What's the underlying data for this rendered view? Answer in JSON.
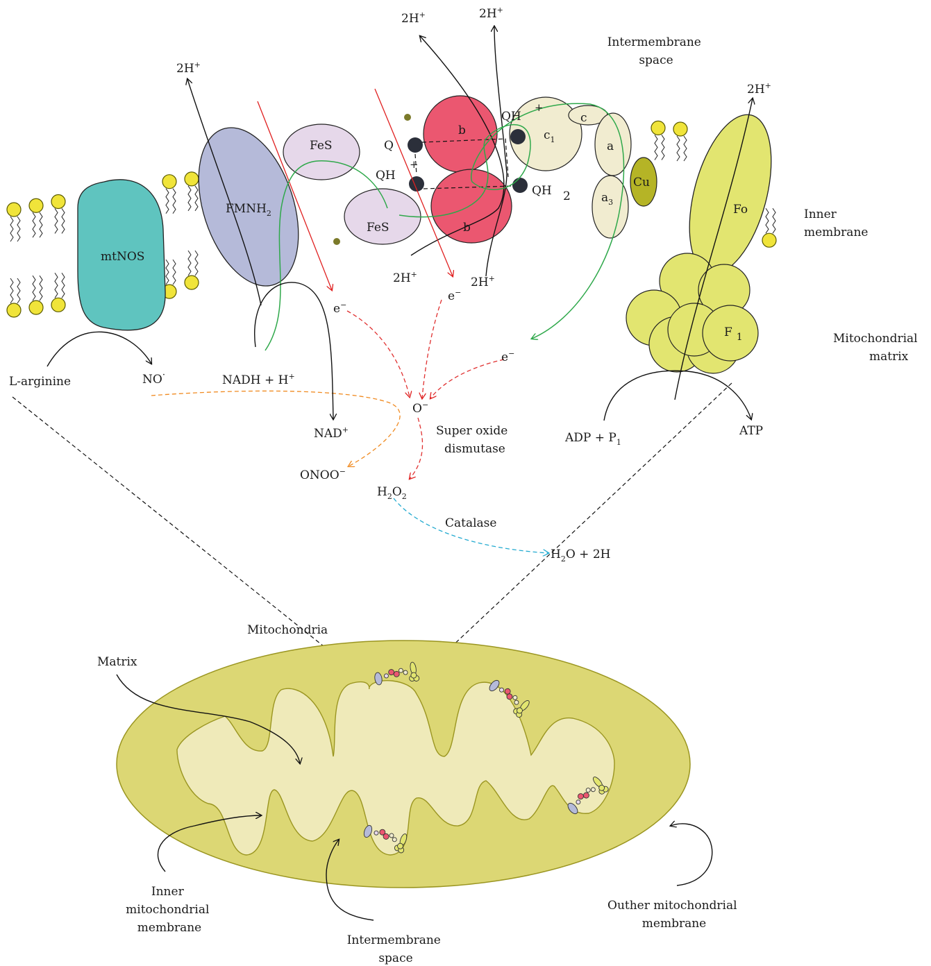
{
  "labels": {
    "h_top_1": "2H",
    "h_top_2": "2H",
    "h_left": "2H",
    "h_right": "2H",
    "h_bottom_1": "2H",
    "h_bottom_2": "2H",
    "plus": "+",
    "intermembrane_space_top": [
      "Intermembrane",
      "space"
    ],
    "inner_membrane": [
      "Inner",
      "membrane"
    ],
    "mitochondrial_matrix": [
      "Mitochondrial",
      "matrix"
    ],
    "mtnos": "mtNOS",
    "fmnh2": "FMNH",
    "fmnh2_sub": "2",
    "fes_top": "FeS",
    "fes_bottom": "FeS",
    "b_top": "b",
    "b_bottom": "b",
    "q": "Q",
    "qh_left": "QH",
    "qh_top": "QH",
    "qh_right": "QH",
    "two": "2",
    "c1": "c",
    "c1_sub": "1",
    "c": "c",
    "a": "a",
    "a3": "a",
    "a3_sub": "3",
    "cu": "Cu",
    "fo": "Fo",
    "f1": "F",
    "f1_sub": "1",
    "electron_1": "e",
    "electron_2": "e",
    "electron_3": "e",
    "l_arginine": "L-arginine",
    "no": "NO",
    "nadh": "NADH + H",
    "nad": "NAD",
    "superoxide": "O",
    "super_oxide_dismutase": [
      "Super oxide",
      "dismutase"
    ],
    "onoo": "ONOO",
    "h2o2": "H",
    "h2o2_sub": "2",
    "h2o2_o": "O",
    "catalase": "Catalase",
    "h2o_pre": "H",
    "h2o_sub": "2",
    "h2o_post": "O + 2H",
    "adp": "ADP + P",
    "adp_sub": "1",
    "atp": "ATP",
    "mitochondria": "Mitochondria",
    "matrix": "Matrix",
    "inner_mito_membrane": [
      "Inner",
      "mitochondrial",
      "membrane"
    ],
    "intermembrane_space_bottom": [
      "Intermembrane",
      "space"
    ],
    "outher_mito_membrane": [
      "Outher mitochondrial",
      "membrane"
    ]
  },
  "colors": {
    "lipid_head": "#f0e43a",
    "mtnos": "#5fc4bf",
    "fmnh2": "#b5bad9",
    "fes": "#e6d8ea",
    "cyt_b": "#eb5770",
    "cyt_c": "#f1ecd0",
    "cu": "#b5b426",
    "atp_synthase": "#e2e570",
    "mito_outer": "#dcd774",
    "mito_inner": "#efeab9"
  }
}
